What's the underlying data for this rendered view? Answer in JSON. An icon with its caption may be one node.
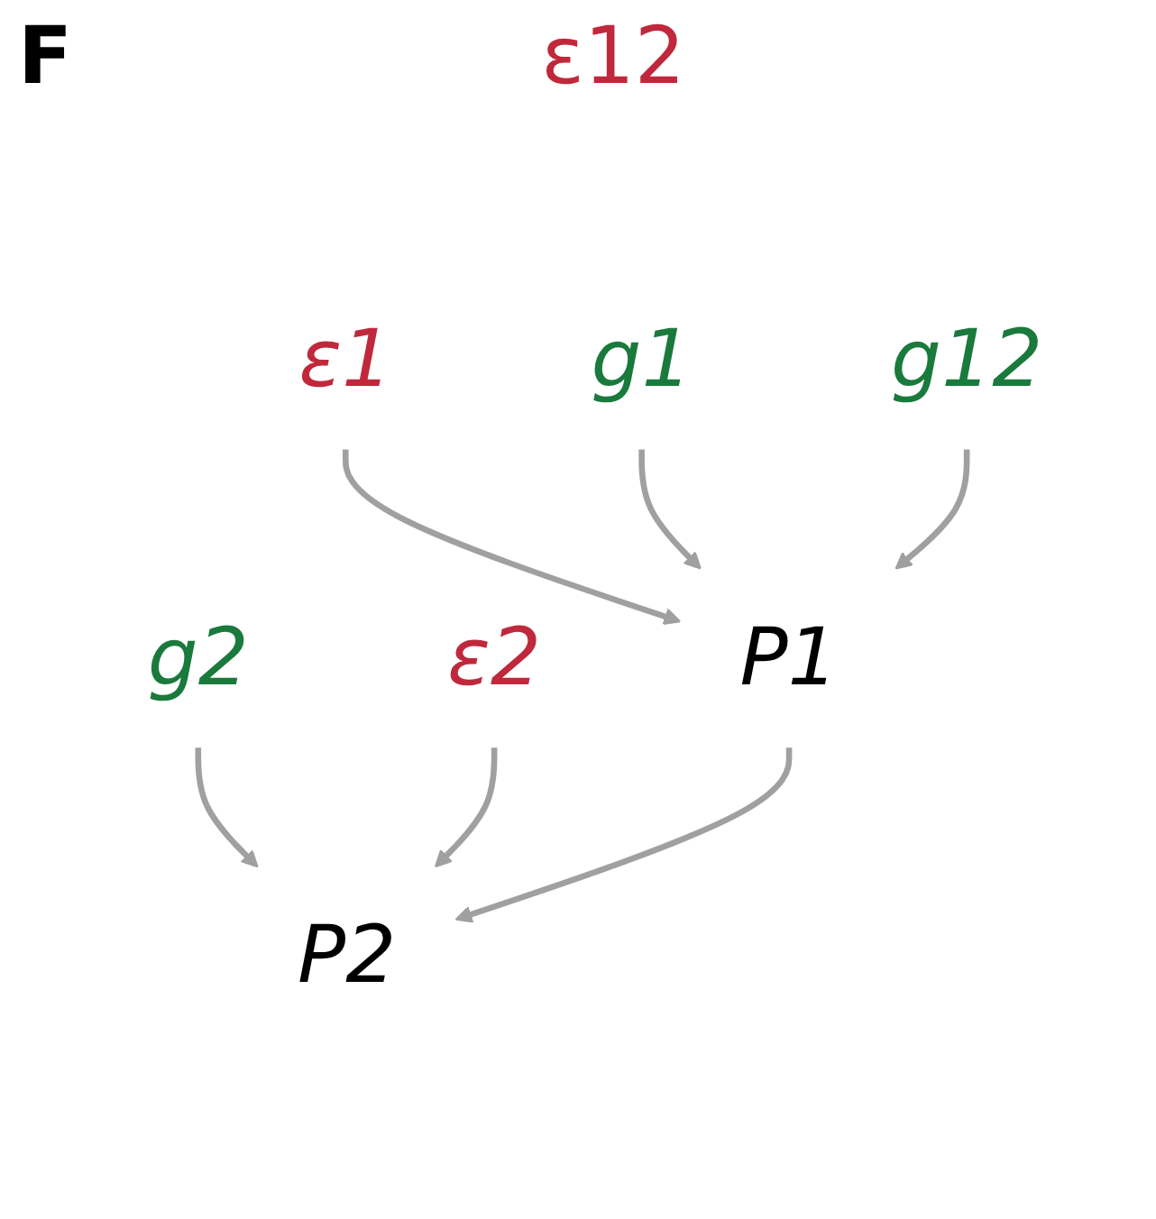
{
  "diagram": {
    "nodes": [
      {
        "text": [
          "g12"
        ]
      },
      {
        "text": [
          "g1"
        ]
      },
      {
        "text": [
          "ε1"
        ]
      },
      {
        "text": [
          "g2"
        ]
      },
      {
        "text": [
          "P1"
        ]
      },
      {
        "text": [
          "ε2"
        ]
      },
      {
        "text": [
          "P2"
        ]
      }
    ],
    "edges": [
      {
        "from": 2,
        "to": 4,
        "arrow": "to"
      },
      {
        "from": 1,
        "to": 4,
        "arrow": "to"
      },
      {
        "from": 0,
        "to": 4,
        "arrow": "to"
      },
      {
        "from": 3,
        "to": 6,
        "arrow": "to"
      },
      {
        "from": 5,
        "to": 6,
        "arrow": "to"
      },
      {
        "from": 4,
        "to": 6,
        "arrow": "to"
      }
    ],
    "labels": [
      "F",
      "ε12"
    ]
  }
}
